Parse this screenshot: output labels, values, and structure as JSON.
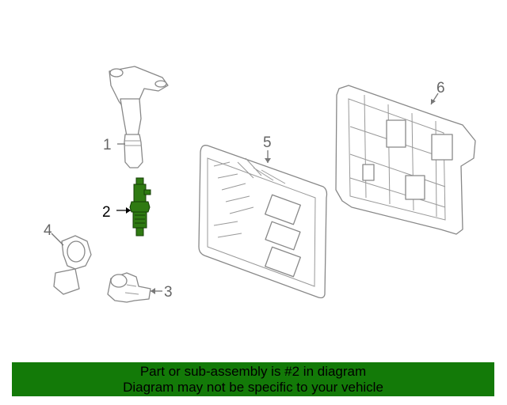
{
  "diagram": {
    "callouts": [
      {
        "id": "1",
        "label": "1"
      },
      {
        "id": "2",
        "label": "2"
      },
      {
        "id": "3",
        "label": "3"
      },
      {
        "id": "4",
        "label": "4"
      },
      {
        "id": "5",
        "label": "5"
      },
      {
        "id": "6",
        "label": "6"
      }
    ],
    "highlighted_part": "2",
    "colors": {
      "highlight": "#2f7a12",
      "line": "#888888",
      "banner_background": "#137a08",
      "banner_text": "#000000"
    }
  },
  "banner": {
    "line1": "Part or sub-assembly is #2 in diagram",
    "line2": "Diagram may not be specific to your vehicle"
  }
}
